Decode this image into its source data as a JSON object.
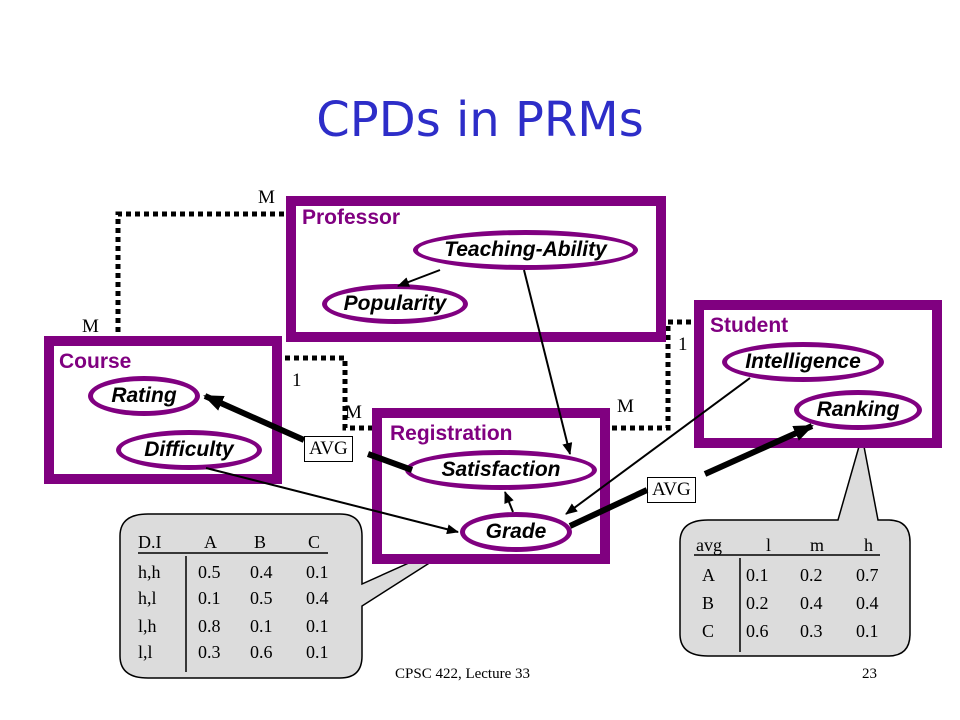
{
  "title": "CPDs in PRMs",
  "classes": {
    "professor": {
      "name": "Professor",
      "attrs": [
        "Teaching-Ability",
        "Popularity"
      ]
    },
    "student": {
      "name": "Student",
      "attrs": [
        "Intelligence",
        "Ranking"
      ]
    },
    "course": {
      "name": "Course",
      "attrs": [
        "Rating",
        "Difficulty"
      ]
    },
    "registration": {
      "name": "Registration",
      "attrs": [
        "Satisfaction",
        "Grade"
      ]
    }
  },
  "cardinality_labels": {
    "professor_M": "M",
    "course_M": "M",
    "course_1": "1",
    "registration_M_left": "M",
    "student_1": "1",
    "registration_M_right": "M"
  },
  "aggregators": {
    "left": "AVG",
    "right": "AVG"
  },
  "tables": {
    "grade_cpd": {
      "header": [
        "D.I",
        "A",
        "B",
        "C"
      ],
      "rows": [
        [
          "h,h",
          "0.5",
          "0.4",
          "0.1"
        ],
        [
          "h,l",
          "0.1",
          "0.5",
          "0.4"
        ],
        [
          "l,h",
          "0.8",
          "0.1",
          "0.1"
        ],
        [
          "l,l",
          "0.3",
          "0.6",
          "0.1"
        ]
      ]
    },
    "ranking_cpd": {
      "header": [
        "avg",
        "l",
        "m",
        "h"
      ],
      "rows": [
        [
          "A",
          "0.1",
          "0.2",
          "0.7"
        ],
        [
          "B",
          "0.2",
          "0.4",
          "0.4"
        ],
        [
          "C",
          "0.6",
          "0.3",
          "0.1"
        ]
      ]
    }
  },
  "footer": {
    "course": "CPSC 422, Lecture 33",
    "page": "23"
  },
  "colors": {
    "title": "#2d2dc8",
    "class_border": "#800080",
    "callout_fill": "#dcdcdc"
  }
}
